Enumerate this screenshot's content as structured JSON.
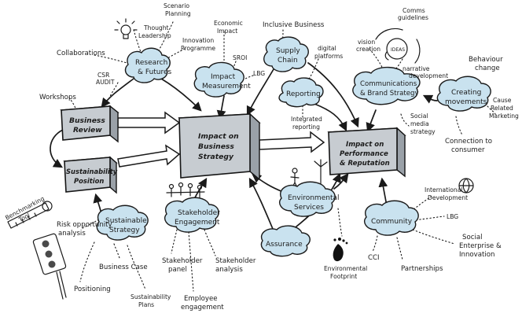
{
  "boxes": {
    "business_review": [
      "Business",
      "Review"
    ],
    "sustainability_position": [
      "Sustainability",
      "Position"
    ],
    "impact_strategy": [
      "Impact on",
      "Business",
      "Strategy"
    ],
    "impact_performance": [
      "Impact on",
      "Performance",
      "& Reputation"
    ]
  },
  "clouds": {
    "research_futures": [
      "Research",
      "& Futures"
    ],
    "impact_measurement": [
      "Impact",
      "Measurement"
    ],
    "supply_chain": [
      "Supply",
      "Chain"
    ],
    "reporting": [
      "Reporting"
    ],
    "comms_brand": [
      "Communications",
      "& Brand Strategy"
    ],
    "creating_movements": [
      "Creating",
      "movements"
    ],
    "sustainable_strategy": [
      "Sustainable",
      "Strategy"
    ],
    "stakeholder_engagement": [
      "Stakeholder",
      "Engagement"
    ],
    "environmental_services": [
      "Environmental",
      "Services"
    ],
    "assurance": [
      "Assurance"
    ],
    "community": [
      "Community"
    ]
  },
  "labels": {
    "scenario_planning": [
      "Scenario",
      "Planning"
    ],
    "thought_leadership": [
      "Thought",
      "Leadership"
    ],
    "innovation_programme": [
      "Innovation",
      "Programme"
    ],
    "collaborations": [
      "Collaborations"
    ],
    "csr_audit": [
      "CSR",
      "AUDIT"
    ],
    "workshops": [
      "Workshops"
    ],
    "economic_impact": [
      "Economic",
      "Impact"
    ],
    "sroi": [
      "SROI"
    ],
    "lbg_top": [
      "LBG"
    ],
    "inclusive_business": [
      "Inclusive Business"
    ],
    "digital_platforms": [
      "digital",
      "platforms"
    ],
    "integrated_reporting": [
      "Integrated",
      "reporting"
    ],
    "vision_creation": [
      "vision",
      "creation"
    ],
    "comms_guidelines": [
      "Comms",
      "guidelines"
    ],
    "ideas": [
      "IDEAS"
    ],
    "narrative_development": [
      "narrative",
      "development"
    ],
    "behaviour_change": [
      "Behaviour",
      "change"
    ],
    "cause_related_marketing": [
      "Cause",
      "Related",
      "Marketing"
    ],
    "social_media_strategy": [
      "Social",
      "media",
      "strategy"
    ],
    "connection_to_consumer": [
      "Connection to",
      "consumer"
    ],
    "benchmarking_tool": [
      "Benchmarking",
      "Tool"
    ],
    "risk_opportunity": [
      "Risk opportunity",
      "analysis"
    ],
    "business_case": [
      "Business Case"
    ],
    "positioning": [
      "Positioning"
    ],
    "sustainability_plans": [
      "Sustainability",
      "Plans"
    ],
    "stakeholder_panel": [
      "Stakeholder",
      "panel"
    ],
    "stakeholder_analysis": [
      "Stakeholder",
      "analysis"
    ],
    "employee_engagement": [
      "Employee",
      "engagement"
    ],
    "environmental_footprint": [
      "Environmental",
      "Footprint"
    ],
    "international_development": [
      "International",
      "Development"
    ],
    "lbg_bottom": [
      "LBG"
    ],
    "social_enterprise": [
      "Social",
      "Enterprise &",
      "Innovation"
    ],
    "cci": [
      "CCI"
    ],
    "partnerships": [
      "Partnerships"
    ]
  },
  "icons": [
    "lightbulb-icon",
    "ideas-head-icon",
    "people-chain-icon",
    "globe-icon",
    "footprint-icon",
    "wind-turbine-icon",
    "measuring-tape-icon",
    "traffic-light-icon",
    "gardener-icon"
  ],
  "colors": {
    "cloud_fill": "#c9e2ef",
    "box_fill": "#c7ccd1",
    "ink": "#1a1a1a",
    "background": "#ffffff"
  }
}
